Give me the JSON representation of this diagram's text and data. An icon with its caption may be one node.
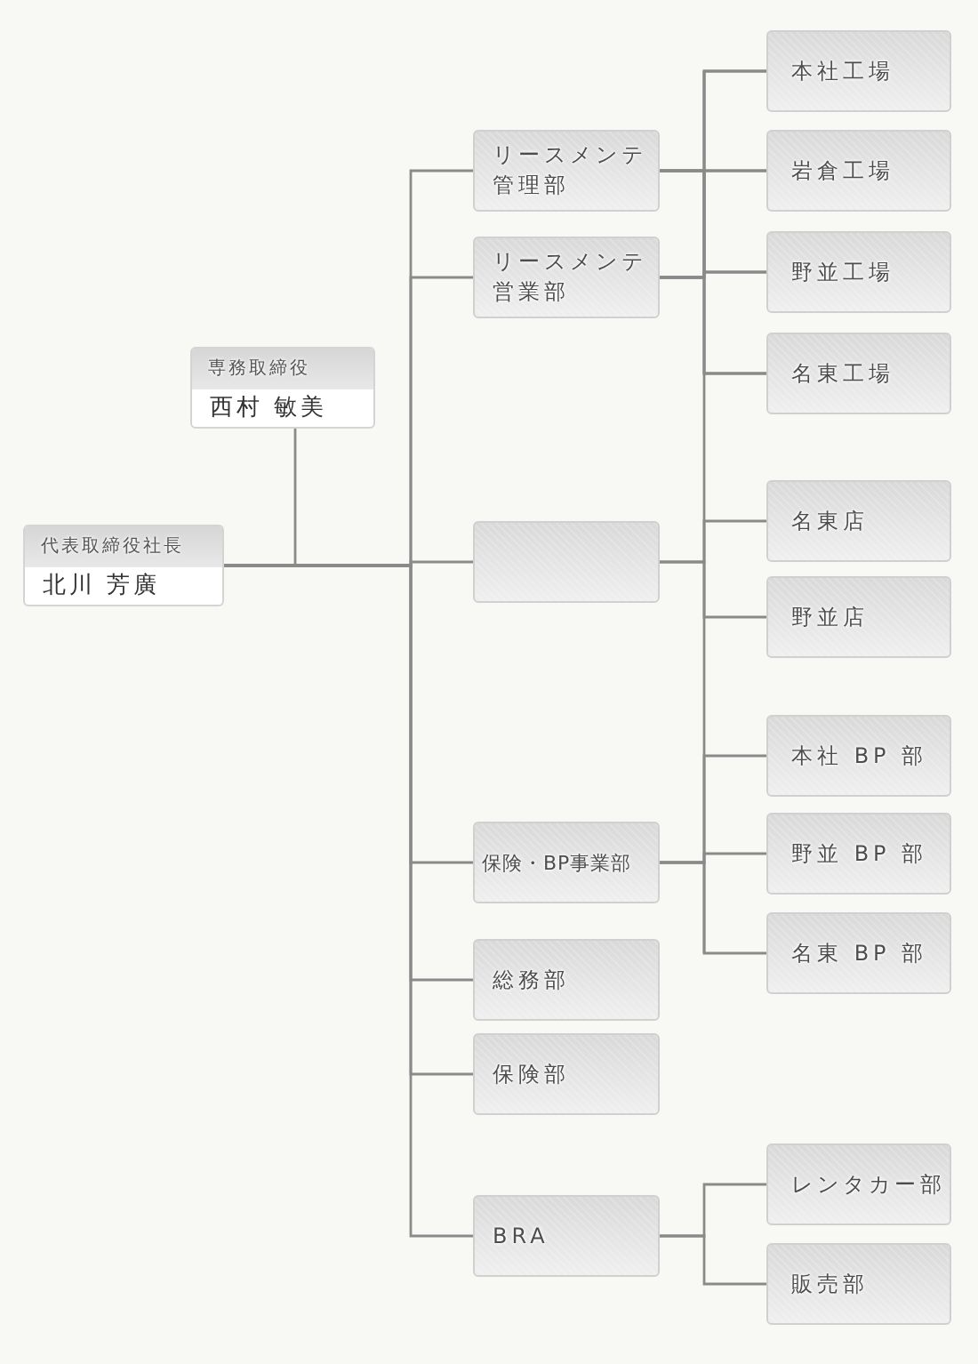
{
  "diagram": {
    "nodes": [
      {
        "text": [
          "代表取締役社長",
          "北川 芳廣"
        ]
      },
      {
        "text": [
          "専務取締役",
          "西村 敏美"
        ]
      },
      {
        "text": [
          "リースメンテ管理部"
        ]
      },
      {
        "text": [
          "リースメンテ営業部"
        ]
      },
      {
        "text": [],
        "shape": "box"
      },
      {
        "text": [
          "保険・BP事業部"
        ]
      },
      {
        "text": [
          "総務部"
        ]
      },
      {
        "text": [
          "保険部"
        ]
      },
      {
        "text": [
          "BRA"
        ]
      },
      {
        "text": [
          "本社工場"
        ]
      },
      {
        "text": [
          "岩倉工場"
        ]
      },
      {
        "text": [
          "野並工場"
        ]
      },
      {
        "text": [
          "名東工場"
        ]
      },
      {
        "text": [
          "名東店"
        ]
      },
      {
        "text": [
          "野並店"
        ]
      },
      {
        "text": [
          "本社 BP 部"
        ]
      },
      {
        "text": [
          "野並 BP 部"
        ]
      },
      {
        "text": [
          "名東 BP 部"
        ]
      },
      {
        "text": [
          "レンタカー部"
        ]
      },
      {
        "text": [
          "販売部"
        ]
      }
    ],
    "edges": [
      {
        "from": 0,
        "to": 1,
        "arrow": "none"
      },
      {
        "from": 0,
        "to": 2,
        "arrow": "none"
      },
      {
        "from": 0,
        "to": 3,
        "arrow": "none"
      },
      {
        "from": 0,
        "to": 4,
        "arrow": "none"
      },
      {
        "from": 0,
        "to": 5,
        "arrow": "none"
      },
      {
        "from": 0,
        "to": 6,
        "arrow": "none"
      },
      {
        "from": 0,
        "to": 7,
        "arrow": "none"
      },
      {
        "from": 0,
        "to": 8,
        "arrow": "none"
      },
      {
        "from": 2,
        "to": 9,
        "arrow": "none"
      },
      {
        "from": 2,
        "to": 10,
        "arrow": "none"
      },
      {
        "from": 2,
        "to": 11,
        "arrow": "none"
      },
      {
        "from": 2,
        "to": 12,
        "arrow": "none"
      },
      {
        "from": 3,
        "to": 9,
        "arrow": "none"
      },
      {
        "from": 3,
        "to": 10,
        "arrow": "none"
      },
      {
        "from": 3,
        "to": 11,
        "arrow": "none"
      },
      {
        "from": 3,
        "to": 12,
        "arrow": "none"
      },
      {
        "from": 4,
        "to": 13,
        "arrow": "none"
      },
      {
        "from": 4,
        "to": 14,
        "arrow": "none"
      },
      {
        "from": 5,
        "to": 15,
        "arrow": "none"
      },
      {
        "from": 5,
        "to": 16,
        "arrow": "none"
      },
      {
        "from": 5,
        "to": 17,
        "arrow": "none"
      },
      {
        "from": 8,
        "to": 18,
        "arrow": "none"
      },
      {
        "from": 8,
        "to": 19,
        "arrow": "none"
      }
    ]
  }
}
